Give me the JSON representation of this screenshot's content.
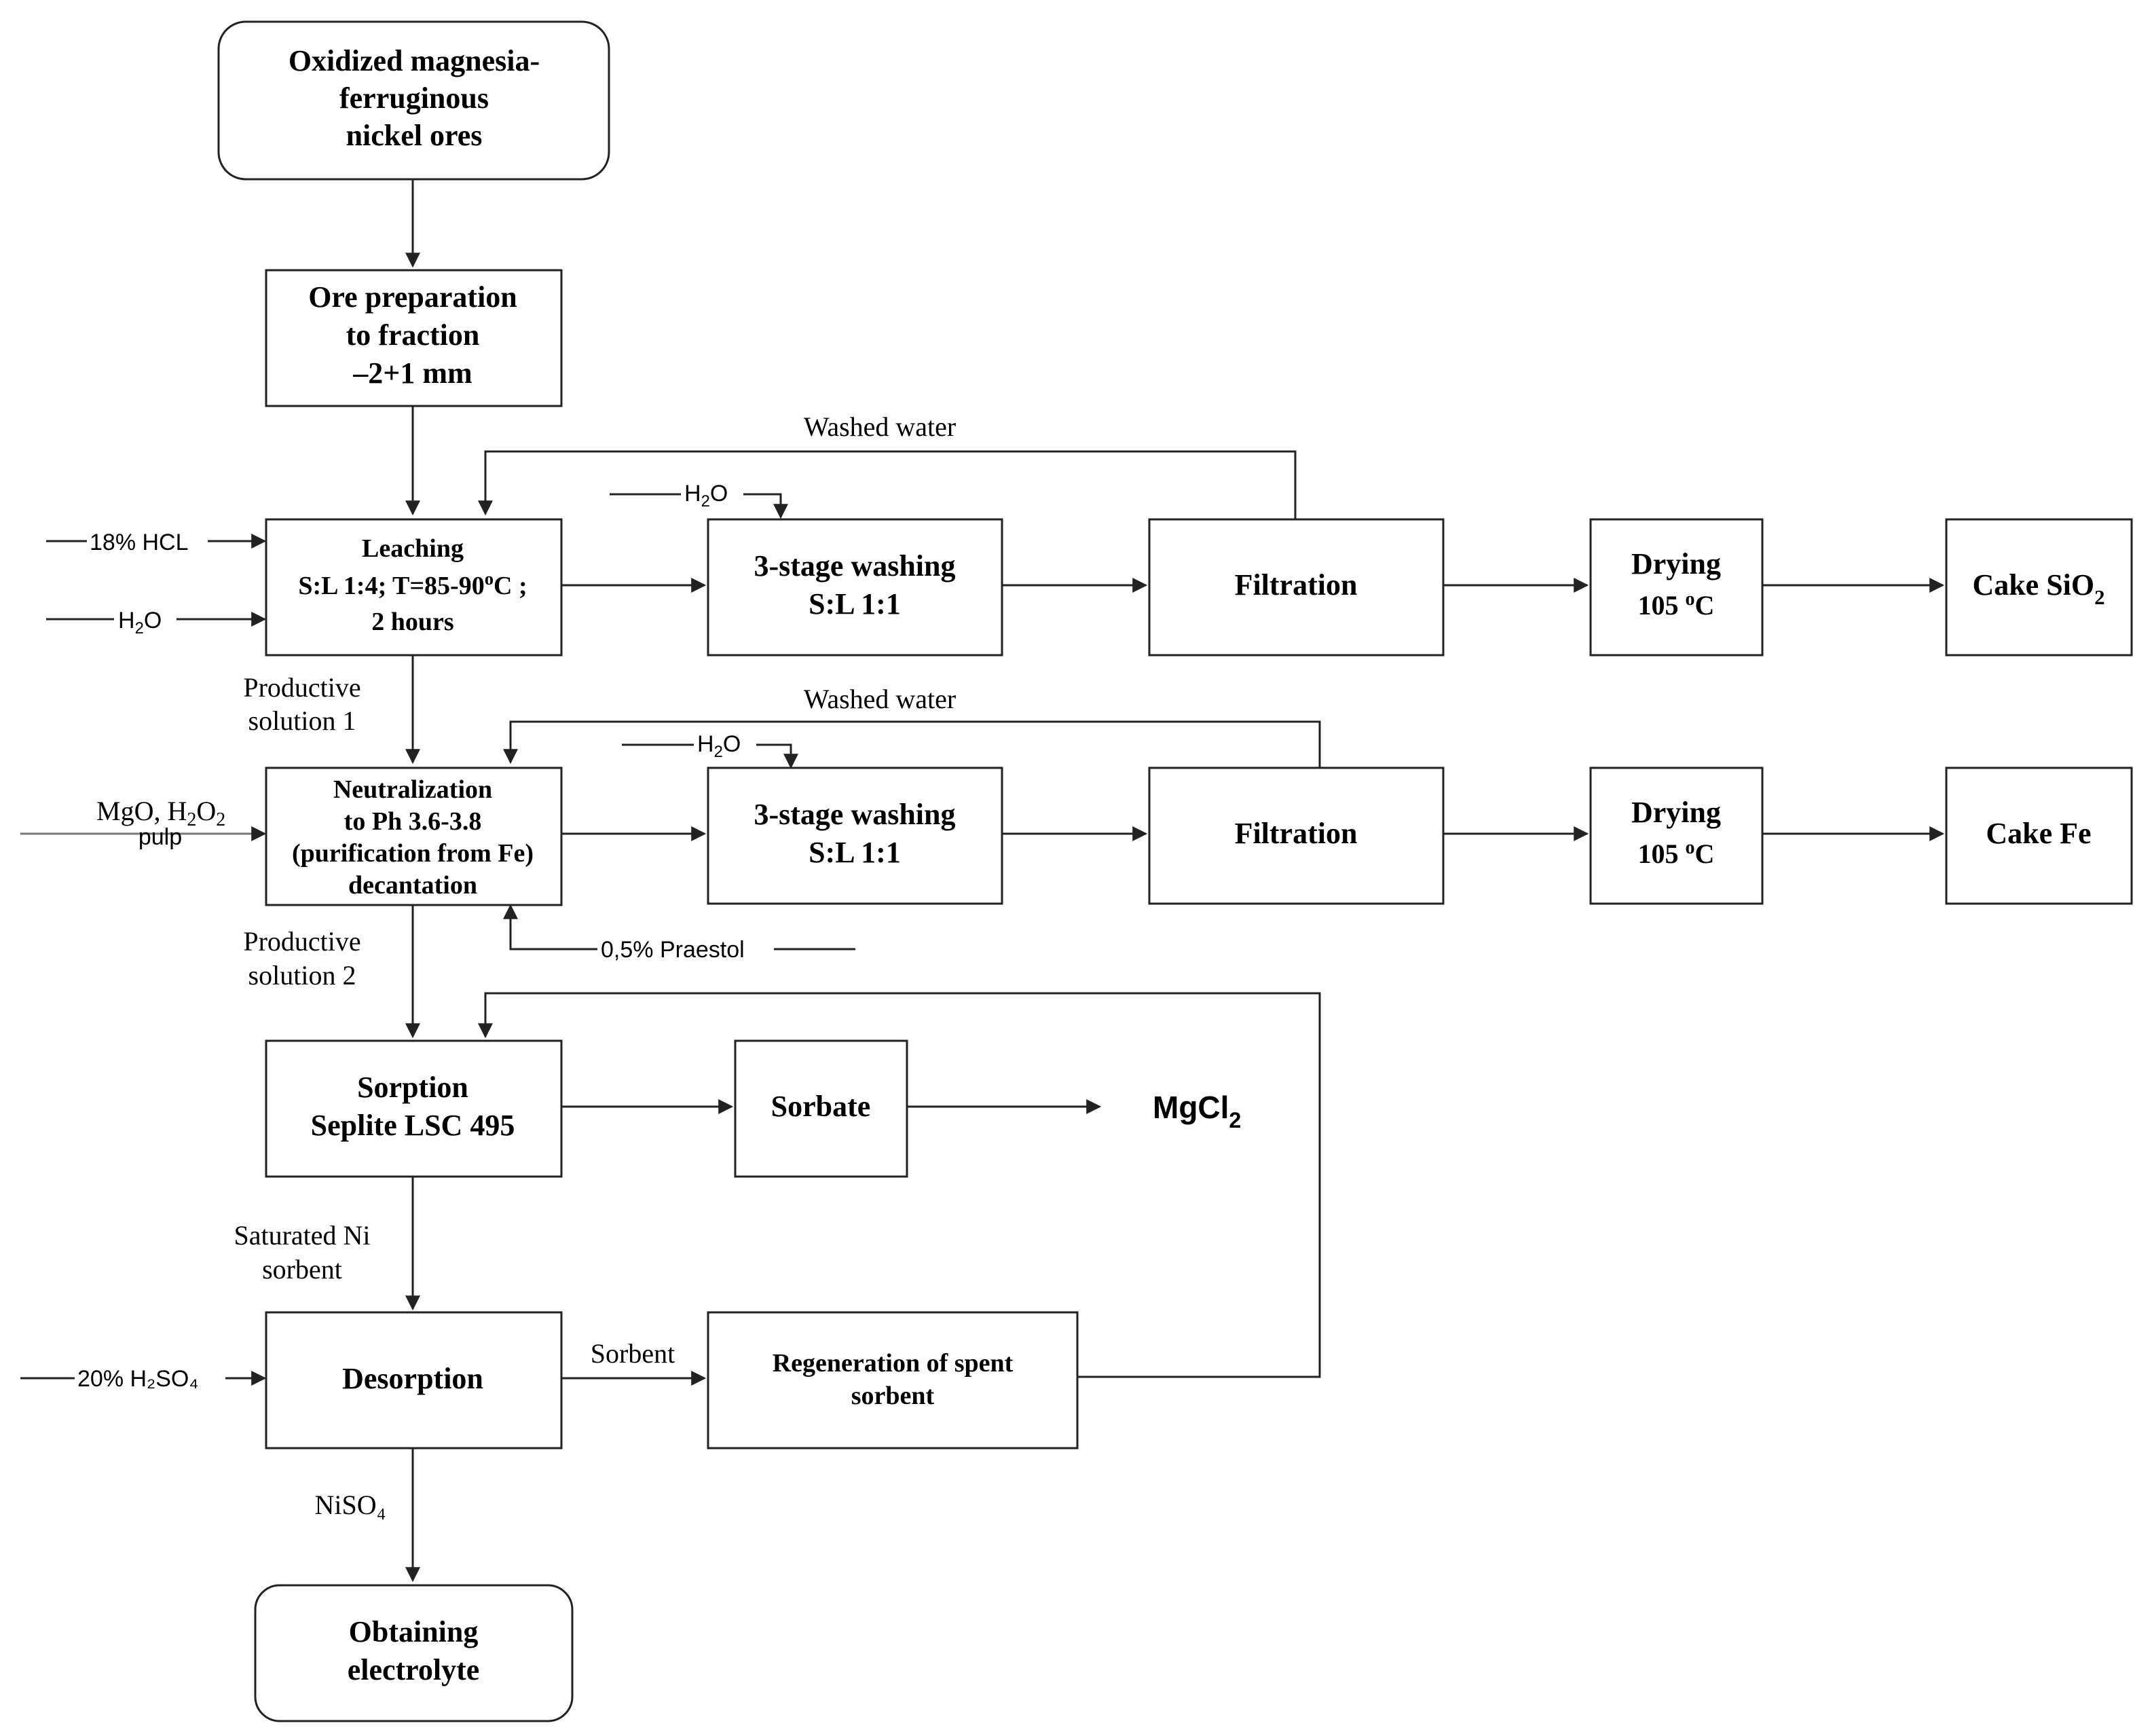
{
  "nodes": {
    "ore": {
      "lines": [
        "Oxidized magnesia-",
        "ferruginous",
        "nickel ores"
      ]
    },
    "prep": {
      "lines": [
        "Ore preparation",
        "to fraction",
        "–2+1 mm"
      ]
    },
    "leaching": {
      "title": "Leaching",
      "line2": "S:L 1:4; T=85-90",
      "deg": "o",
      "line2_tail": "C ;",
      "line3": "2 hours"
    },
    "wash1": {
      "lines": [
        "3-stage washing",
        "S:L 1:1"
      ]
    },
    "filt1": {
      "label": "Filtration"
    },
    "dry1": {
      "title": "Drying",
      "temp": "105 ",
      "deg": "o",
      "unit": "C"
    },
    "cake1": {
      "text": "Cake SiO",
      "sub": "2"
    },
    "neutral": {
      "lines": [
        "Neutralization",
        "to Ph 3.6-3.8",
        "(purification from Fe)",
        "decantation"
      ]
    },
    "wash2": {
      "lines": [
        "3-stage washing",
        "S:L 1:1"
      ]
    },
    "filt2": {
      "label": "Filtration"
    },
    "dry2": {
      "title": "Drying",
      "temp": "105 ",
      "deg": "o",
      "unit": "C"
    },
    "cake2": {
      "label": "Cake Fe"
    },
    "sorption": {
      "lines": [
        "Sorption",
        "Seplite LSC 495"
      ]
    },
    "sorbate": {
      "label": "Sorbate"
    },
    "mgcl": {
      "text": "MgCl",
      "sub": "2"
    },
    "desorption": {
      "label": "Desorption"
    },
    "regen": {
      "lines": [
        "Regeneration of spent",
        "sorbent"
      ]
    },
    "electrolyte": {
      "lines": [
        "Obtaining",
        "electrolyte"
      ]
    }
  },
  "labels": {
    "washed_water_1": "Washed water",
    "washed_water_2": "Washed water",
    "hcl": "18% HCL",
    "h2o_leach": {
      "a": "H",
      "b": "2",
      "c": "O"
    },
    "h2o_wash1": {
      "a": "H",
      "b": "2",
      "c": "O"
    },
    "h2o_wash2": {
      "a": "H",
      "b": "2",
      "c": "O"
    },
    "productive1": [
      "Productive",
      "solution 1"
    ],
    "productive2": [
      "Productive",
      "solution 2"
    ],
    "mgo": {
      "a": "MgO, H",
      "b": "2",
      "c": "O",
      "d": "2"
    },
    "pulp": "pulp",
    "praestol": "0,5% Praestol",
    "saturated": [
      "Saturated Ni",
      "sorbent"
    ],
    "h2so4": "20% H₂SO₄",
    "sorbent": "Sorbent",
    "niso4": "NiSO₄"
  }
}
